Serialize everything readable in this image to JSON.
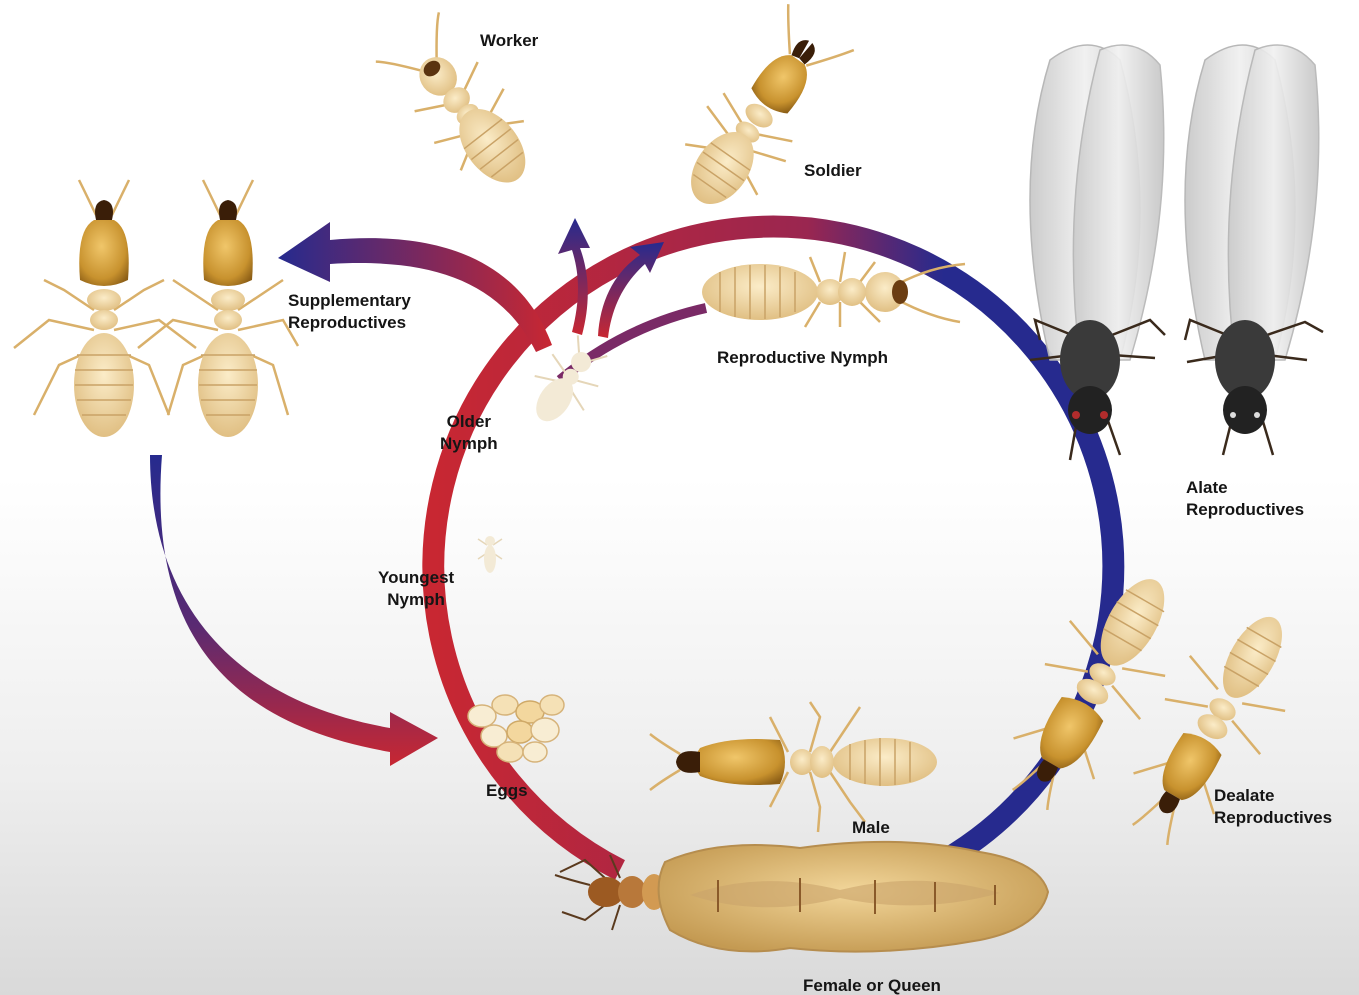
{
  "labels": {
    "worker": "Worker",
    "soldier": "Soldier",
    "supplementary": [
      "Supplementary",
      "Reproductives"
    ],
    "reproductive_nymph": "Reproductive Nymph",
    "older_nymph": [
      "Older",
      "Nymph"
    ],
    "youngest_nymph": [
      "Youngest",
      "Nymph"
    ],
    "alate": [
      "Alate",
      "Reproductives"
    ],
    "eggs": "Eggs",
    "male": "Male",
    "dealate": [
      "Dealate",
      "Reproductives"
    ],
    "queen": "Female or Queen"
  },
  "colors": {
    "cycle_red": "#c82732",
    "cycle_blue": "#262a8e",
    "body_amber": "#c99a3a",
    "body_light": "#efd6a0",
    "wing": "#dcdcdc",
    "alate_body": "#2a2a2a"
  }
}
